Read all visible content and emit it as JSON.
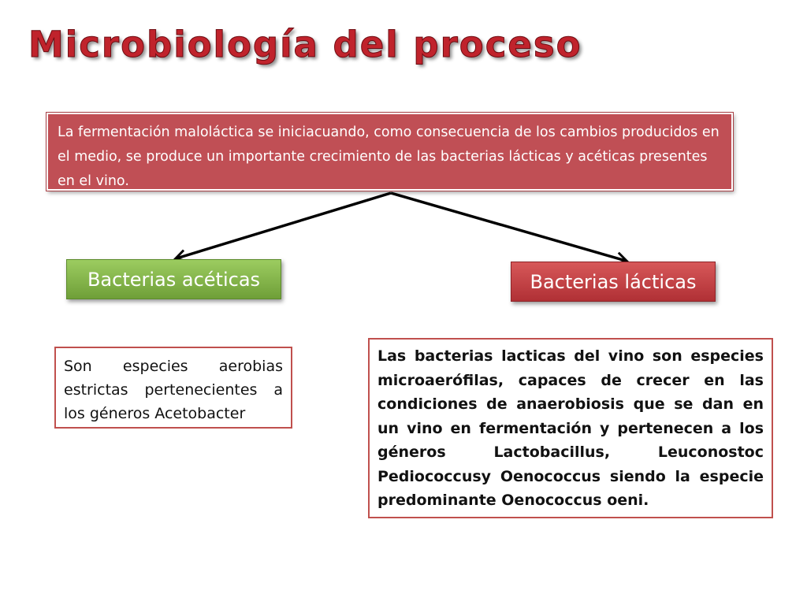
{
  "title": "Microbiología del proceso",
  "intro": {
    "text": "La fermentación maloláctica se iniciacuando, como consecuencia de los  cambios producidos en el medio, se produce un importante crecimiento de las bacterias lácticas y acéticas presentes en el vino."
  },
  "branches": [
    {
      "label": "Bacterias acéticas",
      "description": "Son especies  aerobias estrictas pertenecientes a los géneros Acetobacter"
    },
    {
      "label": "Bacterias lácticas",
      "description": "Las bacterias lacticas del vino son especies microaerófilas, capaces de  crecer en las condiciones de anaerobiosis que se dan en un vino en  fermentación y pertenecen a los géneros  Lactobacillus, Leuconostoc Pediococcusy Oenococcus  siendo la  especie predominante Oenococcus oeni."
    }
  ],
  "colors": {
    "title": "#c0232c",
    "intro_box": "#c04f55",
    "acetic_node": "#7fb146",
    "lactic_node": "#c0393d",
    "box_border": "#c0504d",
    "arrow": "#000000"
  }
}
